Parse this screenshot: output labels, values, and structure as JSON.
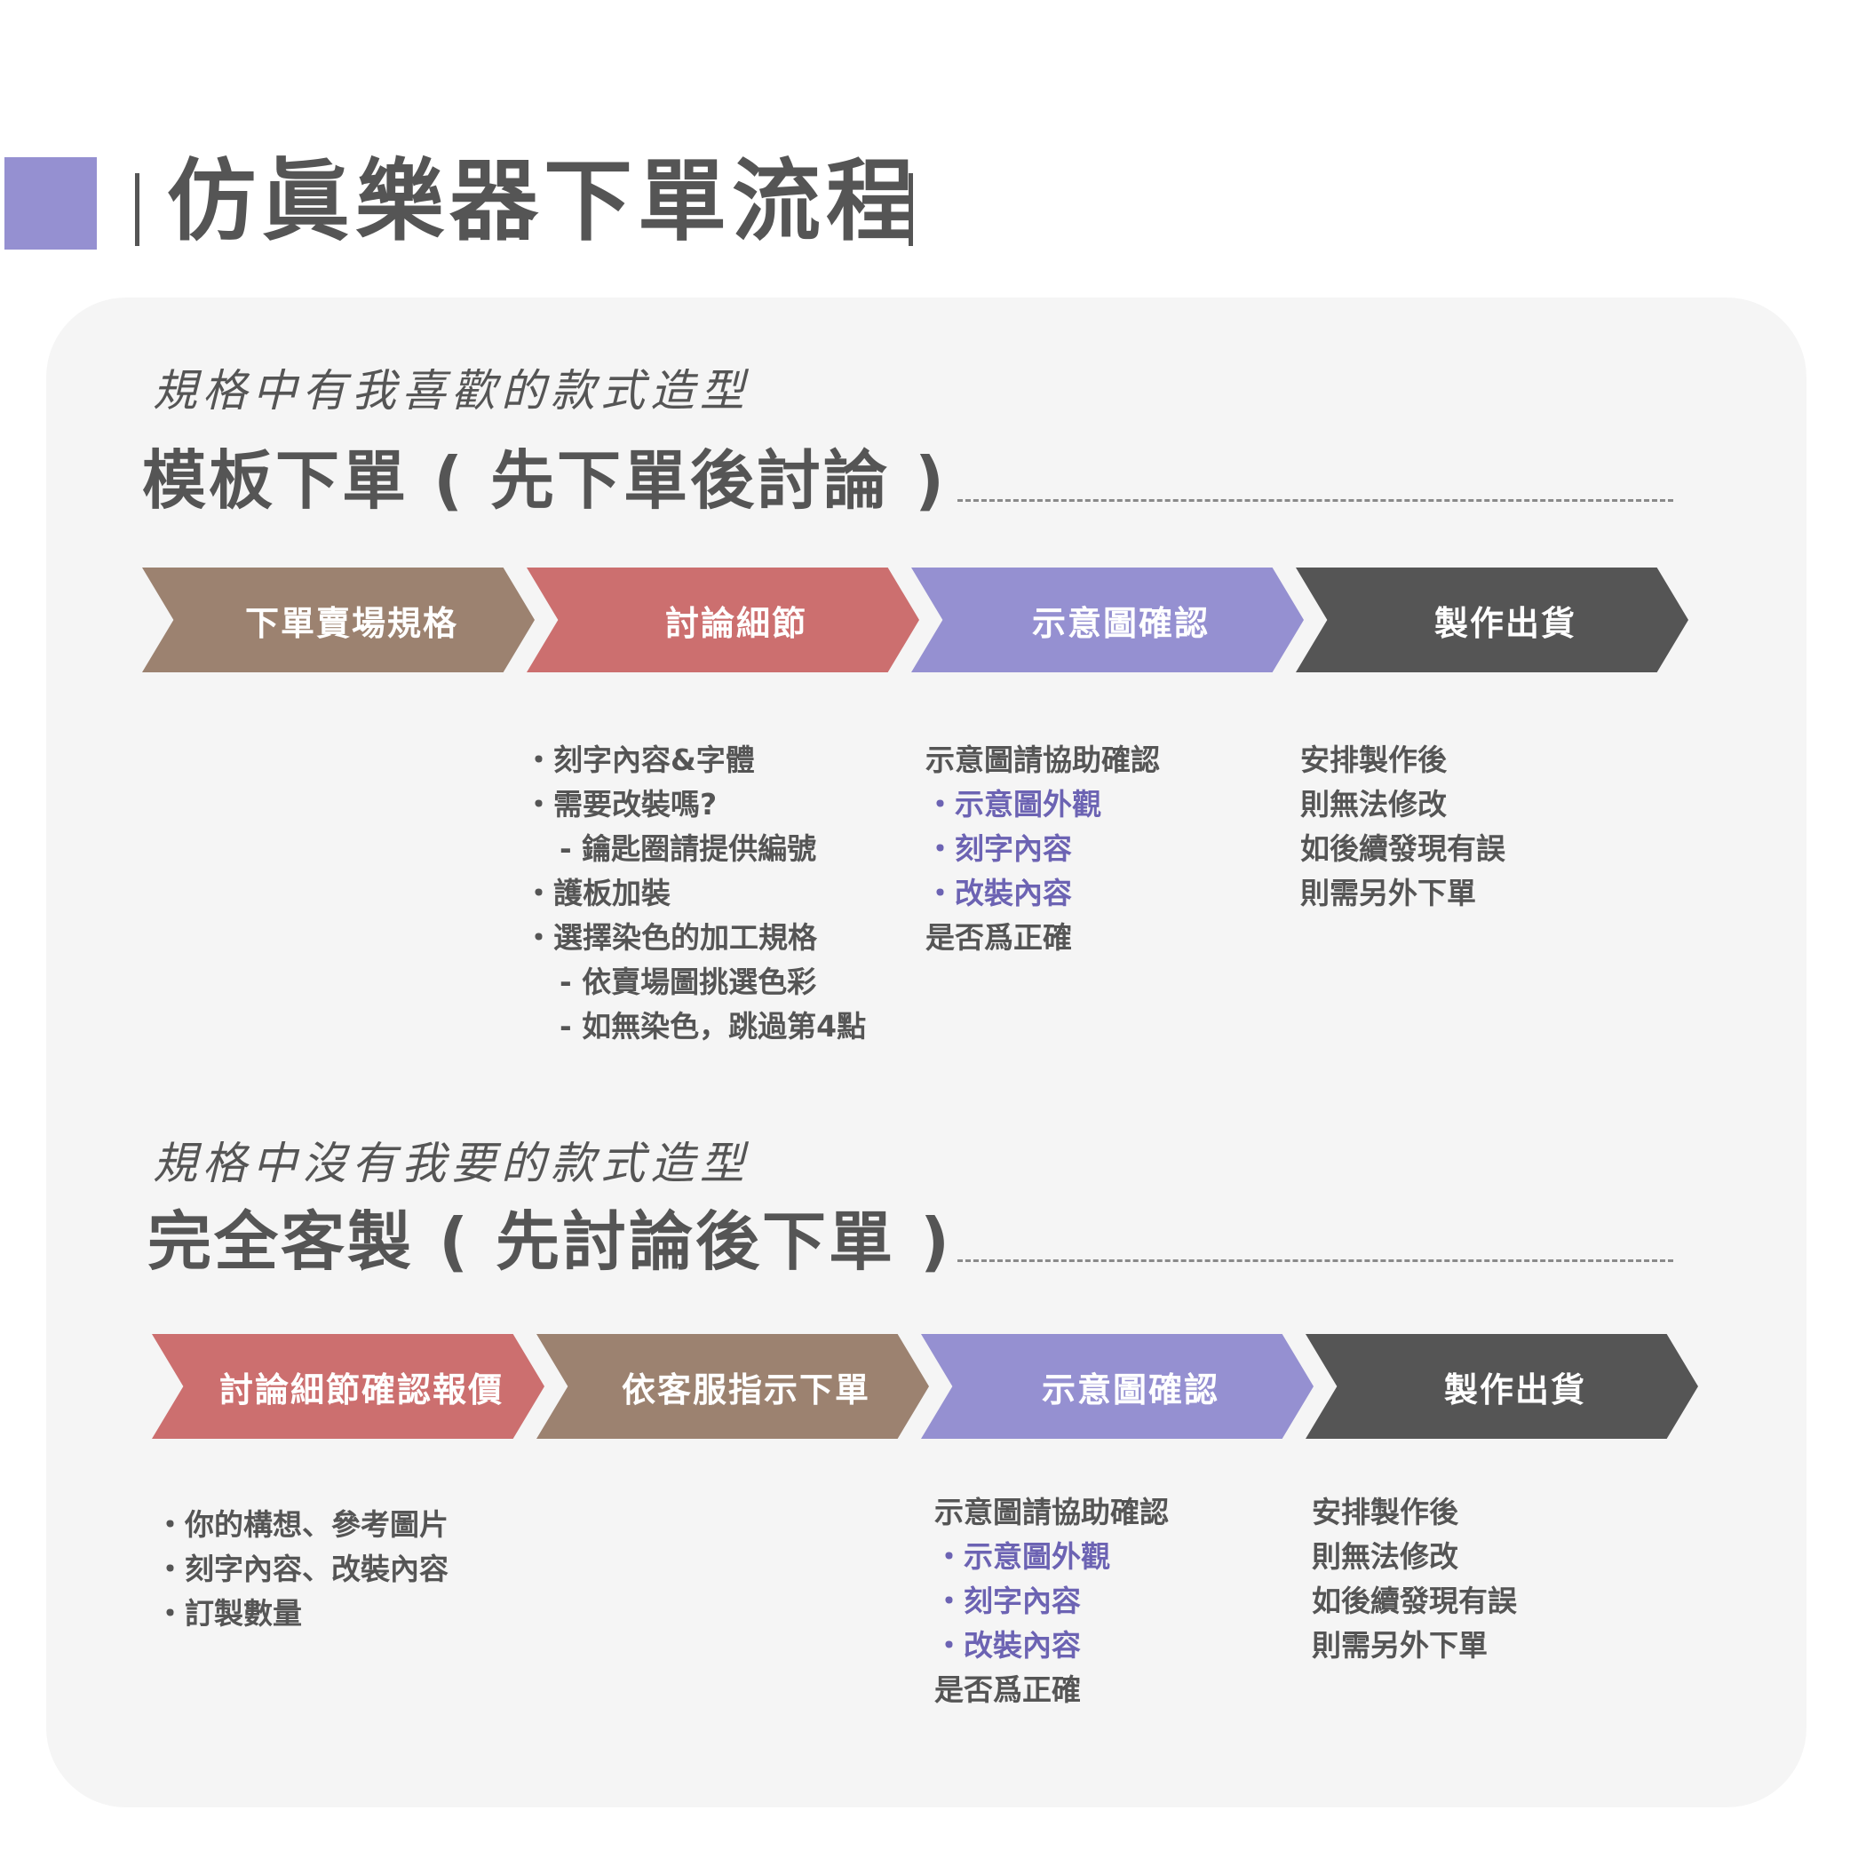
{
  "title": "仿眞樂器下單流程",
  "section1": {
    "script": "規格中有我喜歡的款式造型",
    "heading": "模板下單 ( 先下單後討論 )",
    "steps": [
      "下單賣場規格",
      "討論細節",
      "示意圖確認",
      "製作出貨"
    ],
    "details": {
      "discuss": [
        "・刻字內容&字體",
        "・需要改裝嗎?",
        "- 鑰匙圈請提供編號",
        "・護板加裝",
        "・選擇染色的加工規格",
        "- 依賣場圖挑選色彩",
        "- 如無染色，跳過第4點"
      ],
      "confirm": [
        "示意圖請協助確認",
        "・示意圖外觀",
        "・刻字內容",
        "・改裝內容",
        "是否爲正確"
      ],
      "ship": [
        "安排製作後",
        "則無法修改",
        "如後續發現有誤",
        "則需另外下單"
      ]
    }
  },
  "section2": {
    "script": "規格中沒有我要的款式造型",
    "heading": "完全客製 ( 先討論後下單 )",
    "steps": [
      "討論細節確認報價",
      "依客服指示下單",
      "示意圖確認",
      "製作出貨"
    ],
    "details": {
      "discuss": [
        "・你的構想、參考圖片",
        "・刻字內容、改裝內容",
        "・訂製數量"
      ],
      "confirm": [
        "示意圖請協助確認",
        "・示意圖外觀",
        "・刻字內容",
        "・改裝內容",
        "是否爲正確"
      ],
      "ship": [
        "安排製作後",
        "則無法修改",
        "如後續發現有誤",
        "則需另外下單"
      ]
    }
  },
  "colors": {
    "brown": "#9c8270",
    "red": "#cc6f6f",
    "purple": "#9590d1",
    "dark": "#555555",
    "accent_text": "#6c63b3",
    "panel_bg": "#f5f5f5"
  }
}
